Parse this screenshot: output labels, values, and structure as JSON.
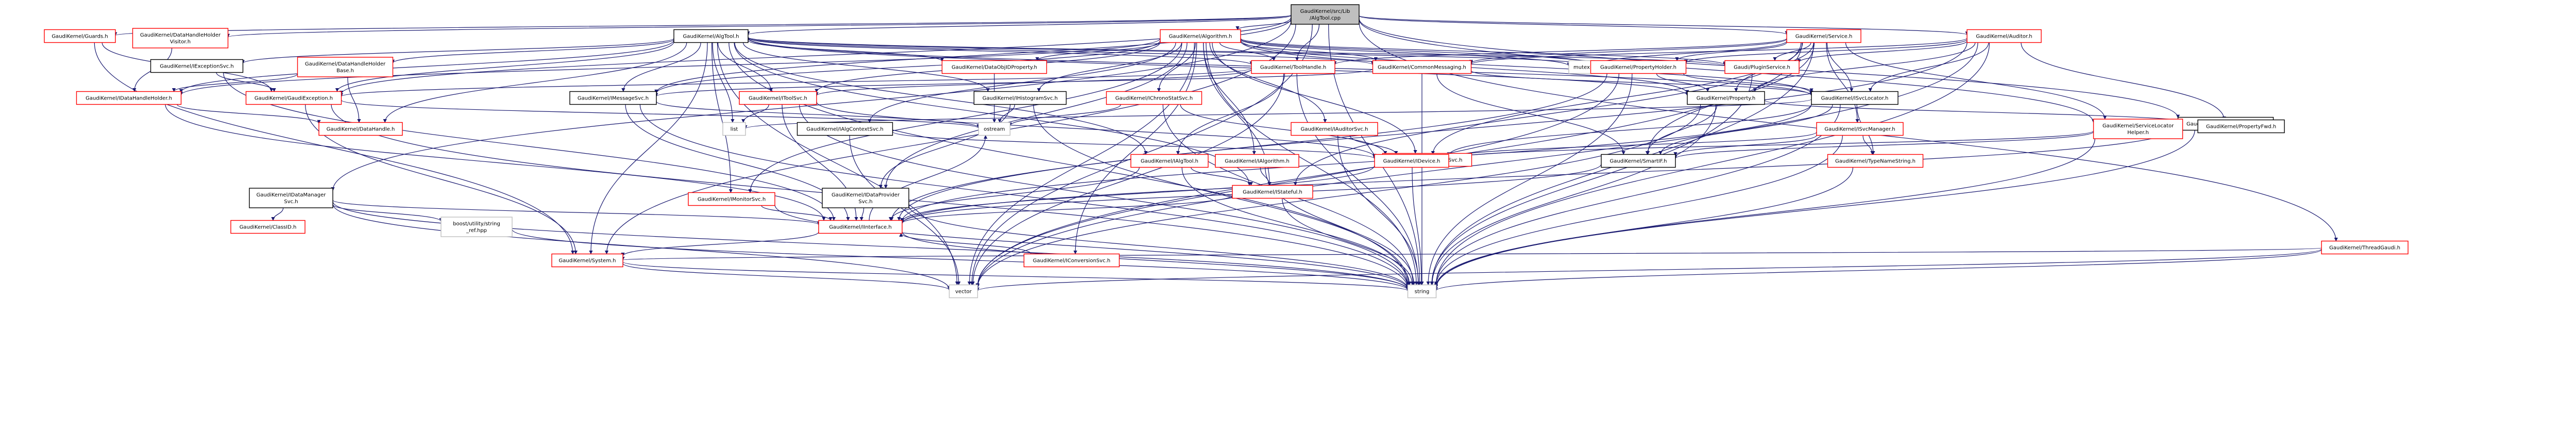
{
  "colors": {
    "root_fill": "#bfbfbf",
    "root_border": "#000000",
    "node_border_red": "#ff0000",
    "node_border_gray": "#bfbfbf",
    "node_fill": "#ffffff",
    "text": "#000000",
    "edge": "#191970",
    "edge_arrow": "#191970"
  },
  "nodes": [
    {
      "id": "root",
      "lines": [
        "GaudiKernel/src/Lib",
        "/AlgTool.cpp"
      ],
      "style": "root"
    },
    {
      "id": "guards",
      "lines": [
        "GaudiKernel/Guards.h"
      ],
      "style": "red"
    },
    {
      "id": "dhhv",
      "lines": [
        "GaudiKernel/DataHandleHolder",
        "Visitor.h"
      ],
      "style": "red"
    },
    {
      "id": "algtoolh",
      "lines": [
        "GaudiKernel/AlgTool.h"
      ],
      "style": "plain"
    },
    {
      "id": "algorithmh",
      "lines": [
        "GaudiKernel/Algorithm.h"
      ],
      "style": "red"
    },
    {
      "id": "serviceh",
      "lines": [
        "GaudiKernel/Service.h"
      ],
      "style": "red"
    },
    {
      "id": "auditorh",
      "lines": [
        "GaudiKernel/Auditor.h"
      ],
      "style": "red"
    },
    {
      "id": "iaddopts",
      "lines": [
        "GaudiKernel/IAddOptionsSvc.h"
      ],
      "style": "plain"
    },
    {
      "id": "iexcsvc",
      "lines": [
        "GaudiKernel/IExceptionSvc.h"
      ],
      "style": "plain"
    },
    {
      "id": "dhhbase",
      "lines": [
        "GaudiKernel/DataHandleHolder",
        "Base.h"
      ],
      "style": "red"
    },
    {
      "id": "dataobjprop",
      "lines": [
        "GaudiKernel/DataObjIDProperty.h"
      ],
      "style": "red"
    },
    {
      "id": "toolhandle",
      "lines": [
        "GaudiKernel/ToolHandle.h"
      ],
      "style": "red"
    },
    {
      "id": "commonmsg",
      "lines": [
        "GaudiKernel/CommonMessaging.h"
      ],
      "style": "red"
    },
    {
      "id": "mutex",
      "lines": [
        "mutex"
      ],
      "style": "gray"
    },
    {
      "id": "prophold",
      "lines": [
        "GaudiKernel/PropertyHolder.h"
      ],
      "style": "red"
    },
    {
      "id": "pluginsvc",
      "lines": [
        "Gaudi/PluginService.h"
      ],
      "style": "red"
    },
    {
      "id": "idhh",
      "lines": [
        "GaudiKernel/IDataHandleHolder.h"
      ],
      "style": "red"
    },
    {
      "id": "gaudiexc",
      "lines": [
        "GaudiKernel/GaudiException.h"
      ],
      "style": "red"
    },
    {
      "id": "imsgsvc",
      "lines": [
        "GaudiKernel/IMessageSvc.h"
      ],
      "style": "plain"
    },
    {
      "id": "itoolsvc",
      "lines": [
        "GaudiKernel/IToolSvc.h"
      ],
      "style": "red"
    },
    {
      "id": "ihistosvc",
      "lines": [
        "GaudiKernel/IHistogramSvc.h"
      ],
      "style": "plain"
    },
    {
      "id": "ichronostat",
      "lines": [
        "GaudiKernel/IChronoStatSvc.h"
      ],
      "style": "red"
    },
    {
      "id": "property",
      "lines": [
        "GaudiKernel/Property.h"
      ],
      "style": "plain"
    },
    {
      "id": "isvclocator",
      "lines": [
        "GaudiKernel/ISvcLocator.h"
      ],
      "style": "plain"
    },
    {
      "id": "datahandle",
      "lines": [
        "GaudiKernel/DataHandle.h"
      ],
      "style": "red"
    },
    {
      "id": "list",
      "lines": [
        "list"
      ],
      "style": "gray"
    },
    {
      "id": "ostream",
      "lines": [
        "ostream"
      ],
      "style": "gray"
    },
    {
      "id": "ialgctx",
      "lines": [
        "GaudiKernel/IAlgContextSvc.h"
      ],
      "style": "plain"
    },
    {
      "id": "iauditorsvc",
      "lines": [
        "GaudiKernel/IAuditorSvc.h"
      ],
      "style": "red"
    },
    {
      "id": "itimeline",
      "lines": [
        "GaudiKernel/ITimelineSvc.h"
      ],
      "style": "red"
    },
    {
      "id": "isvcmanager",
      "lines": [
        "GaudiKernel/ISvcManager.h"
      ],
      "style": "red"
    },
    {
      "id": "svclochelper",
      "lines": [
        "GaudiKernel/ServiceLocator",
        "Helper.h"
      ],
      "style": "red"
    },
    {
      "id": "propfwd",
      "lines": [
        "GaudiKernel/PropertyFwd.h"
      ],
      "style": "plain"
    },
    {
      "id": "ialgtool",
      "lines": [
        "GaudiKernel/IAlgTool.h"
      ],
      "style": "red"
    },
    {
      "id": "ialgorithm",
      "lines": [
        "GaudiKernel/IAlgorithm.h"
      ],
      "style": "red"
    },
    {
      "id": "idevice",
      "lines": [
        "GaudiKernel/IDevice.h"
      ],
      "style": "red"
    },
    {
      "id": "smartif",
      "lines": [
        "GaudiKernel/SmartIF.h"
      ],
      "style": "plain"
    },
    {
      "id": "typename",
      "lines": [
        "GaudiKernel/TypeNameString.h"
      ],
      "style": "red"
    },
    {
      "id": "istateful",
      "lines": [
        "GaudiKernel/IStateful.h"
      ],
      "style": "red"
    },
    {
      "id": "idatamgr",
      "lines": [
        "GaudiKernel/IDataManager",
        "Svc.h"
      ],
      "style": "plain"
    },
    {
      "id": "imonitor",
      "lines": [
        "GaudiKernel/IMonitorSvc.h"
      ],
      "style": "red"
    },
    {
      "id": "idataprov",
      "lines": [
        "GaudiKernel/IDataProvider",
        "Svc.h"
      ],
      "style": "plain"
    },
    {
      "id": "iclassid",
      "lines": [
        "GaudiKernel/ClassID.h"
      ],
      "style": "red"
    },
    {
      "id": "boostref",
      "lines": [
        "boost/utility/string",
        "_ref.hpp"
      ],
      "style": "gray"
    },
    {
      "id": "iinterface",
      "lines": [
        "GaudiKernel/IInterface.h"
      ],
      "style": "red"
    },
    {
      "id": "isystem",
      "lines": [
        "GaudiKernel/System.h"
      ],
      "style": "red"
    },
    {
      "id": "iconversion",
      "lines": [
        "GaudiKernel/IConversionSvc.h"
      ],
      "style": "red"
    },
    {
      "id": "threadgaudi",
      "lines": [
        "GaudiKernel/ThreadGaudi.h"
      ],
      "style": "red"
    },
    {
      "id": "vector",
      "lines": [
        "vector"
      ],
      "style": "gray"
    },
    {
      "id": "string",
      "lines": [
        "string"
      ],
      "style": "gray"
    }
  ],
  "edges": [
    [
      "root",
      "guards"
    ],
    [
      "root",
      "dhhv"
    ],
    [
      "root",
      "algtoolh"
    ],
    [
      "root",
      "algorithmh"
    ],
    [
      "root",
      "serviceh"
    ],
    [
      "root",
      "auditorh"
    ],
    [
      "root",
      "iaddopts"
    ],
    [
      "root",
      "threadgaudi"
    ],
    [
      "root",
      "idatamgr"
    ],
    [
      "root",
      "imsgsvc"
    ],
    [
      "root",
      "isystem"
    ],
    [
      "root",
      "gaudiexc"
    ],
    [
      "root",
      "string"
    ],
    [
      "root",
      "vector"
    ],
    [
      "root",
      "toolhandle"
    ],
    [
      "root",
      "svclochelper"
    ],
    [
      "guards",
      "gaudiexc"
    ],
    [
      "guards",
      "isystem"
    ],
    [
      "dhhv",
      "idhh"
    ],
    [
      "algtoolh",
      "iexcsvc"
    ],
    [
      "algtoolh",
      "dhhbase"
    ],
    [
      "algtoolh",
      "dataobjprop"
    ],
    [
      "algtoolh",
      "toolhandle"
    ],
    [
      "algtoolh",
      "commonmsg"
    ],
    [
      "algtoolh",
      "prophold"
    ],
    [
      "algtoolh",
      "pluginsvc"
    ],
    [
      "algtoolh",
      "idhh"
    ],
    [
      "algtoolh",
      "gaudiexc"
    ],
    [
      "algtoolh",
      "imsgsvc"
    ],
    [
      "algtoolh",
      "itoolsvc"
    ],
    [
      "algtoolh",
      "ihistosvc"
    ],
    [
      "algtoolh",
      "property"
    ],
    [
      "algtoolh",
      "isvclocator"
    ],
    [
      "algtoolh",
      "datahandle"
    ],
    [
      "algtoolh",
      "list"
    ],
    [
      "algtoolh",
      "ialgtool"
    ],
    [
      "algtoolh",
      "imonitor"
    ],
    [
      "algtoolh",
      "istateful"
    ],
    [
      "algtoolh",
      "isystem"
    ],
    [
      "algtoolh",
      "vector"
    ],
    [
      "algtoolh",
      "string"
    ],
    [
      "algorithmh",
      "toolhandle"
    ],
    [
      "algorithmh",
      "commonmsg"
    ],
    [
      "algorithmh",
      "prophold"
    ],
    [
      "algorithmh",
      "pluginsvc"
    ],
    [
      "algorithmh",
      "mutex"
    ],
    [
      "algorithmh",
      "idhh"
    ],
    [
      "algorithmh",
      "imsgsvc"
    ],
    [
      "algorithmh",
      "itoolsvc"
    ],
    [
      "algorithmh",
      "ihistosvc"
    ],
    [
      "algorithmh",
      "ichronostat"
    ],
    [
      "algorithmh",
      "property"
    ],
    [
      "algorithmh",
      "isvclocator"
    ],
    [
      "algorithmh",
      "ialgctx"
    ],
    [
      "algorithmh",
      "iauditorsvc"
    ],
    [
      "algorithmh",
      "itimeline"
    ],
    [
      "algorithmh",
      "idataprov"
    ],
    [
      "algorithmh",
      "ialgorithm"
    ],
    [
      "algorithmh",
      "imonitor"
    ],
    [
      "algorithmh",
      "iconversion"
    ],
    [
      "algorithmh",
      "istateful"
    ],
    [
      "algorithmh",
      "string"
    ],
    [
      "algorithmh",
      "vector"
    ],
    [
      "algorithmh",
      "dataobjprop"
    ],
    [
      "serviceh",
      "commonmsg"
    ],
    [
      "serviceh",
      "prophold"
    ],
    [
      "serviceh",
      "pluginsvc"
    ],
    [
      "serviceh",
      "mutex"
    ],
    [
      "serviceh",
      "property"
    ],
    [
      "serviceh",
      "isvclocator"
    ],
    [
      "serviceh",
      "isvcmanager"
    ],
    [
      "serviceh",
      "svclochelper"
    ],
    [
      "serviceh",
      "idevice"
    ],
    [
      "serviceh",
      "smartif"
    ],
    [
      "serviceh",
      "istateful"
    ],
    [
      "serviceh",
      "vector"
    ],
    [
      "serviceh",
      "string"
    ],
    [
      "serviceh",
      "toolhandle"
    ],
    [
      "auditorh",
      "commonmsg"
    ],
    [
      "auditorh",
      "prophold"
    ],
    [
      "auditorh",
      "pluginsvc"
    ],
    [
      "auditorh",
      "property"
    ],
    [
      "auditorh",
      "isvclocator"
    ],
    [
      "auditorh",
      "propfwd"
    ],
    [
      "auditorh",
      "iinterface"
    ],
    [
      "auditorh",
      "string"
    ],
    [
      "auditorh",
      "vector"
    ],
    [
      "iaddopts",
      "propfwd"
    ],
    [
      "iaddopts",
      "iinterface"
    ],
    [
      "iaddopts",
      "string"
    ],
    [
      "iexcsvc",
      "gaudiexc"
    ],
    [
      "iexcsvc",
      "iinterface"
    ],
    [
      "dhhbase",
      "idhh"
    ],
    [
      "dhhbase",
      "datahandle"
    ],
    [
      "dataobjprop",
      "ostream"
    ],
    [
      "toolhandle",
      "ialgtool"
    ],
    [
      "toolhandle",
      "gaudiexc"
    ],
    [
      "toolhandle",
      "itoolsvc"
    ],
    [
      "toolhandle",
      "string"
    ],
    [
      "toolhandle",
      "vector"
    ],
    [
      "commonmsg",
      "imsgsvc"
    ],
    [
      "commonmsg",
      "smartif"
    ],
    [
      "commonmsg",
      "isvclocator"
    ],
    [
      "commonmsg",
      "string"
    ],
    [
      "prophold",
      "property"
    ],
    [
      "prophold",
      "isvclocator"
    ],
    [
      "prophold",
      "iinterface"
    ],
    [
      "prophold",
      "string"
    ],
    [
      "prophold",
      "vector"
    ],
    [
      "pluginsvc",
      "string"
    ],
    [
      "idhh",
      "datahandle"
    ],
    [
      "idhh",
      "iinterface"
    ],
    [
      "gaudiexc",
      "ostream"
    ],
    [
      "gaudiexc",
      "isystem"
    ],
    [
      "gaudiexc",
      "string"
    ],
    [
      "imsgsvc",
      "iinterface"
    ],
    [
      "imsgsvc",
      "ostream"
    ],
    [
      "imsgsvc",
      "string"
    ],
    [
      "itoolsvc",
      "idevice"
    ],
    [
      "itoolsvc",
      "list"
    ],
    [
      "itoolsvc",
      "string"
    ],
    [
      "itoolsvc",
      "iinterface"
    ],
    [
      "ihistosvc",
      "idataprov"
    ],
    [
      "ihistosvc",
      "ostream"
    ],
    [
      "ihistosvc",
      "string"
    ],
    [
      "ichronostat",
      "idevice"
    ],
    [
      "ichronostat",
      "ostream"
    ],
    [
      "ichronostat",
      "string"
    ],
    [
      "property",
      "propfwd"
    ],
    [
      "property",
      "smartif"
    ],
    [
      "property",
      "string"
    ],
    [
      "property",
      "vector"
    ],
    [
      "isvclocator",
      "smartif"
    ],
    [
      "isvclocator",
      "idevice"
    ],
    [
      "isvclocator",
      "iinterface"
    ],
    [
      "isvclocator",
      "string"
    ],
    [
      "isvclocator",
      "list"
    ],
    [
      "isvclocator",
      "typename"
    ],
    [
      "ialgctx",
      "idevice"
    ],
    [
      "ialgctx",
      "vector"
    ],
    [
      "iauditorsvc",
      "idevice"
    ],
    [
      "iauditorsvc",
      "string"
    ],
    [
      "itimeline",
      "idevice"
    ],
    [
      "isvcmanager",
      "smartif"
    ],
    [
      "isvcmanager",
      "idevice"
    ],
    [
      "isvcmanager",
      "typename"
    ],
    [
      "isvcmanager",
      "string"
    ],
    [
      "svclochelper",
      "smartif"
    ],
    [
      "svclochelper",
      "idevice"
    ],
    [
      "svclochelper",
      "string"
    ],
    [
      "ialgtool",
      "istateful"
    ],
    [
      "ialgtool",
      "iinterface"
    ],
    [
      "ialgtool",
      "string"
    ],
    [
      "ialgorithm",
      "istateful"
    ],
    [
      "ialgorithm",
      "string"
    ],
    [
      "idevice",
      "iinterface"
    ],
    [
      "idevice",
      "string"
    ],
    [
      "smartif",
      "iinterface"
    ],
    [
      "typename",
      "string"
    ],
    [
      "istateful",
      "iinterface"
    ],
    [
      "istateful",
      "string"
    ],
    [
      "idatamgr",
      "iclassid"
    ],
    [
      "idatamgr",
      "boostref"
    ],
    [
      "idatamgr",
      "iinterface"
    ],
    [
      "idatamgr",
      "string"
    ],
    [
      "idatamgr",
      "vector"
    ],
    [
      "imonitor",
      "iinterface"
    ],
    [
      "imonitor",
      "string"
    ],
    [
      "idataprov",
      "iinterface"
    ],
    [
      "idataprov",
      "string"
    ],
    [
      "boostref",
      "string"
    ],
    [
      "iinterface",
      "isystem"
    ],
    [
      "iinterface",
      "ostream"
    ],
    [
      "iinterface",
      "string"
    ],
    [
      "isystem",
      "string"
    ],
    [
      "isystem",
      "vector"
    ],
    [
      "iconversion",
      "iinterface"
    ],
    [
      "threadgaudi",
      "isystem"
    ],
    [
      "threadgaudi",
      "string"
    ],
    [
      "threadgaudi",
      "vector"
    ]
  ]
}
